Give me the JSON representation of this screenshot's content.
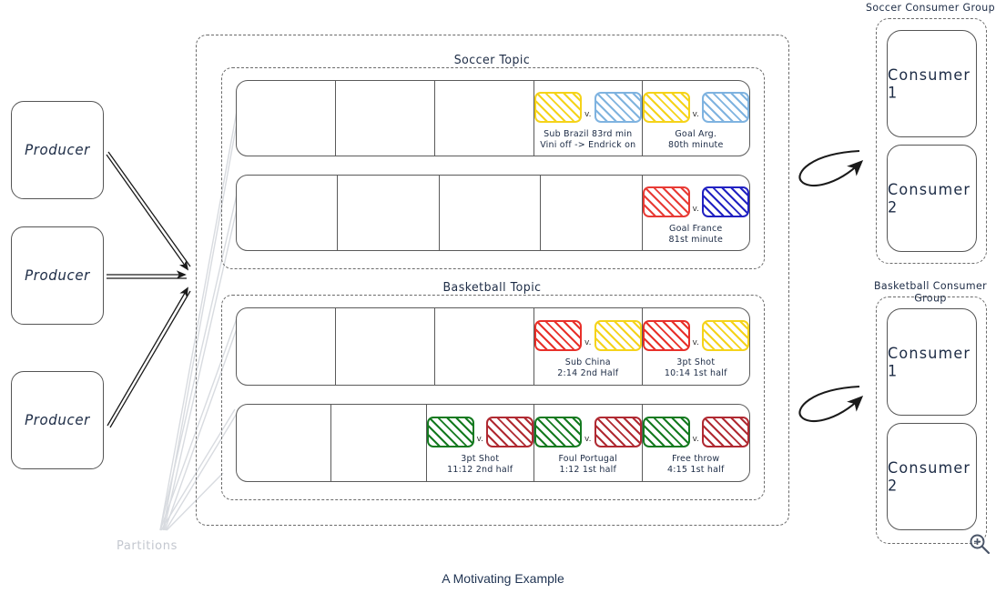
{
  "caption": "A Motivating Example",
  "producers": [
    {
      "label": "Producer"
    },
    {
      "label": "Producer"
    },
    {
      "label": "Producer"
    }
  ],
  "partitions_label": "Partitions",
  "topics": [
    {
      "title": "Soccer Topic",
      "partitions": [
        {
          "cells": [
            {
              "empty": true
            },
            {
              "empty": true
            },
            {
              "empty": true
            },
            {
              "empty": false,
              "left_color": "#f5d31a",
              "right_color": "#7fb3e0",
              "vs": "v.",
              "line1": "Sub Brazil 83rd min",
              "line2": "Vini off -> Endrick on"
            },
            {
              "empty": false,
              "left_color": "#f5d31a",
              "right_color": "#7fb3e0",
              "vs": "v.",
              "line1": "Goal Arg.",
              "line2": "80th minute"
            }
          ]
        },
        {
          "cells": [
            {
              "empty": true
            },
            {
              "empty": true
            },
            {
              "empty": true
            },
            {
              "empty": true
            },
            {
              "empty": false,
              "left_color": "#e83b35",
              "right_color": "#2222c2",
              "vs": "v.",
              "line1": "Goal France",
              "line2": "81st minute"
            }
          ]
        }
      ]
    },
    {
      "title": "Basketball Topic",
      "partitions": [
        {
          "cells": [
            {
              "empty": true
            },
            {
              "empty": true
            },
            {
              "empty": true
            },
            {
              "empty": false,
              "left_color": "#e8302a",
              "right_color": "#f5d31a",
              "vs": "v.",
              "line1": "Sub China",
              "line2": "2:14 2nd Half"
            },
            {
              "empty": false,
              "left_color": "#e8302a",
              "right_color": "#f5d31a",
              "vs": "v.",
              "line1": "3pt Shot",
              "line2": "10:14 1st half"
            }
          ]
        },
        {
          "cells": [
            {
              "empty": true
            },
            {
              "empty": true
            },
            {
              "empty": false,
              "left_color": "#157a20",
              "right_color": "#b02a32",
              "vs": "v.",
              "line1": "3pt Shot",
              "line2": "11:12 2nd half"
            },
            {
              "empty": false,
              "left_color": "#157a20",
              "right_color": "#b02a32",
              "vs": "v.",
              "line1": "Foul Portugal",
              "line2": "1:12 1st half"
            },
            {
              "empty": false,
              "left_color": "#157a20",
              "right_color": "#b02a32",
              "vs": "v.",
              "line1": "Free throw",
              "line2": "4:15 1st half"
            }
          ]
        }
      ]
    }
  ],
  "consumer_groups": [
    {
      "title": "Soccer Consumer Group",
      "consumers": [
        {
          "label": "Consumer 1"
        },
        {
          "label": "Consumer 2"
        }
      ]
    },
    {
      "title": "Basketball Consumer Group",
      "consumers": [
        {
          "label": "Consumer 1"
        },
        {
          "label": "Consumer 2"
        }
      ]
    }
  ],
  "zoom_control": {
    "icon": "zoom-in-icon"
  },
  "colors": {
    "stroke": "#555555",
    "dashed": "#6b6b6b",
    "text": "#1c2b45",
    "partitions_gray": "#c3c7cf",
    "caption": "#1f3352",
    "zoom_icon": "#4a5568"
  }
}
